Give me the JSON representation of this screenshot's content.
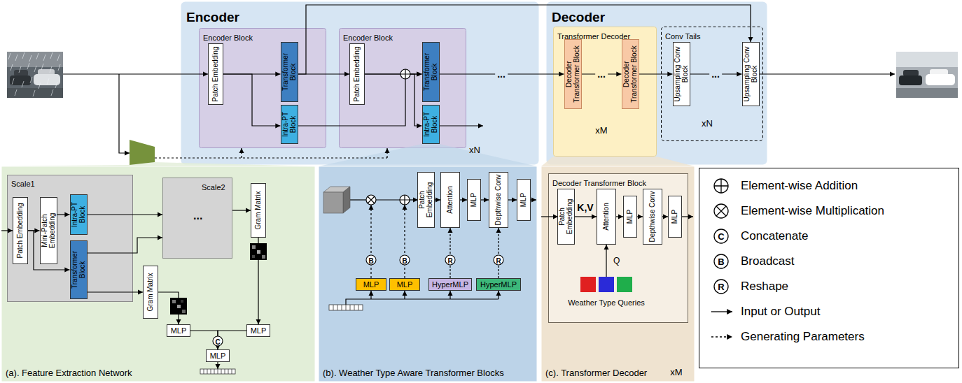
{
  "diagram": {
    "nodes": [
      {
        "text": [
          "Encoder"
        ]
      },
      {
        "text": [
          "Encoder Block"
        ],
        "in": 0
      },
      {
        "text": [
          "Patch Embedding"
        ],
        "in": 1
      },
      {
        "text": [
          "Transformer Block"
        ],
        "in": 1
      },
      {
        "text": [
          "Intra-PT Block"
        ],
        "in": 1
      },
      {
        "text": [
          "Encoder Block"
        ],
        "in": 0
      },
      {
        "text": [
          "Patch Embedding"
        ],
        "in": 5
      },
      {
        "text": [
          "Transformer Block"
        ],
        "in": 5
      },
      {
        "text": [
          "Intra-PT Block"
        ],
        "in": 5
      },
      {
        "text": [
          "Decoder"
        ]
      },
      {
        "text": [
          "Transformer Decoder"
        ],
        "in": 9
      },
      {
        "text": [
          "Decoder Transformer Block"
        ],
        "in": 10
      },
      {
        "text": [
          "Decoder Transformer Block"
        ],
        "in": 10
      },
      {
        "text": [
          "Conv Tails"
        ],
        "in": 9
      },
      {
        "text": [
          "Upsampling Conv Block"
        ],
        "in": 13
      },
      {
        "text": [
          "Upsampling Conv Block"
        ],
        "in": 13
      },
      {
        "text": [
          "(a). Feature Extraction Network"
        ]
      },
      {
        "text": [
          "Scale1"
        ],
        "in": 16
      },
      {
        "text": [
          "Patch Embedding"
        ],
        "in": 17
      },
      {
        "text": [
          "Mini-Patch Embedding"
        ],
        "in": 17
      },
      {
        "text": [
          "Intra-PT Block"
        ],
        "in": 17
      },
      {
        "text": [
          "Transformer Block"
        ],
        "in": 17
      },
      {
        "text": [
          "Scale2",
          "..."
        ],
        "in": 16
      },
      {
        "text": [
          "Gram Matrix"
        ],
        "in": 16
      },
      {
        "text": [
          "Gram Matrix"
        ],
        "in": 16
      },
      {
        "text": [
          "MLP"
        ],
        "in": 16
      },
      {
        "text": [
          "MLP"
        ],
        "in": 16
      },
      {
        "text": [
          "MLP"
        ],
        "in": 16
      },
      {
        "text": [
          "(b). Weather Type Aware Transformer Blocks"
        ]
      },
      {
        "text": [
          "Patch Embedding"
        ],
        "in": 28
      },
      {
        "text": [
          "Attention"
        ],
        "in": 28
      },
      {
        "text": [
          "MLP"
        ],
        "in": 28
      },
      {
        "text": [
          "Depthwise Conv"
        ],
        "in": 28
      },
      {
        "text": [
          "MLP"
        ],
        "in": 28
      },
      {
        "text": [
          "MLP"
        ],
        "in": 28
      },
      {
        "text": [
          "MLP"
        ],
        "in": 28
      },
      {
        "text": [
          "HyperMLP"
        ],
        "in": 28
      },
      {
        "text": [
          "HyperMLP"
        ],
        "in": 28
      },
      {
        "text": [
          "(c). Transformer Decoder"
        ]
      },
      {
        "text": [
          "Decoder Transformer Block"
        ],
        "in": 38
      },
      {
        "text": [
          "Patch Embedding"
        ],
        "in": 39
      },
      {
        "text": [
          "Attention"
        ],
        "in": 39
      },
      {
        "text": [
          "MLP"
        ],
        "in": 39
      },
      {
        "text": [
          "Depthwise Conv"
        ],
        "in": 39
      },
      {
        "text": [
          "MLP"
        ],
        "in": 39
      }
    ],
    "edges": [
      {
        "from": 2,
        "to": 3,
        "arrow": "to"
      },
      {
        "from": 2,
        "to": 4,
        "arrow": "to"
      },
      {
        "from": 3,
        "to": 6,
        "arrow": "to"
      },
      {
        "from": 6,
        "to": 7,
        "arrow": "to"
      },
      {
        "from": 6,
        "to": 8,
        "arrow": "to"
      },
      {
        "from": 4,
        "to": 7,
        "arrow": "to"
      },
      {
        "from": 7,
        "to": 11,
        "label": "...",
        "arrow": "to"
      },
      {
        "from": 11,
        "to": 12,
        "label": "...",
        "arrow": "to"
      },
      {
        "from": 12,
        "to": 14,
        "arrow": "to"
      },
      {
        "from": 14,
        "to": 15,
        "label": "...",
        "arrow": "to"
      },
      {
        "from": 3,
        "to": 15,
        "arrow": "to"
      },
      {
        "from": 18,
        "to": 19,
        "arrow": "to"
      },
      {
        "from": 19,
        "to": 20,
        "arrow": "to"
      },
      {
        "from": 18,
        "to": 21,
        "arrow": "to"
      },
      {
        "from": 20,
        "to": 22,
        "arrow": "to"
      },
      {
        "from": 21,
        "to": 22,
        "arrow": "to"
      },
      {
        "from": 21,
        "to": 24,
        "arrow": "to"
      },
      {
        "from": 22,
        "to": 23,
        "arrow": "to"
      },
      {
        "from": 24,
        "to": 25,
        "arrow": "to"
      },
      {
        "from": 23,
        "to": 26,
        "arrow": "to"
      },
      {
        "from": 25,
        "to": 27,
        "arrow": "to"
      },
      {
        "from": 26,
        "to": 27,
        "arrow": "to"
      },
      {
        "from": 29,
        "to": 30,
        "arrow": "to"
      },
      {
        "from": 30,
        "to": 31,
        "arrow": "to"
      },
      {
        "from": 31,
        "to": 32,
        "arrow": "to"
      },
      {
        "from": 32,
        "to": 33,
        "arrow": "to"
      },
      {
        "from": 36,
        "to": 30,
        "arrow": "to"
      },
      {
        "from": 37,
        "to": 32,
        "arrow": "to"
      },
      {
        "from": 40,
        "to": 41,
        "label": "K,V",
        "arrow": "to"
      },
      {
        "from": 41,
        "to": 42,
        "arrow": "to"
      },
      {
        "from": 42,
        "to": 43,
        "arrow": "to"
      },
      {
        "from": 43,
        "to": 44,
        "arrow": "to"
      }
    ],
    "labels": [
      "xN",
      "xM",
      "xN",
      "C",
      "B",
      "B",
      "R",
      "R",
      "Q",
      "Weather Type Queries",
      "xM",
      "C",
      "B",
      "R"
    ],
    "legend": [
      {
        "text": "Element-wise Addition"
      },
      {
        "text": "Element-wise Multiplication"
      },
      {
        "text": "Concatenate"
      },
      {
        "text": "Broadcast"
      },
      {
        "text": "Reshape"
      },
      {
        "text": "Input or Output"
      },
      {
        "text": "Generating Parameters"
      }
    ]
  }
}
